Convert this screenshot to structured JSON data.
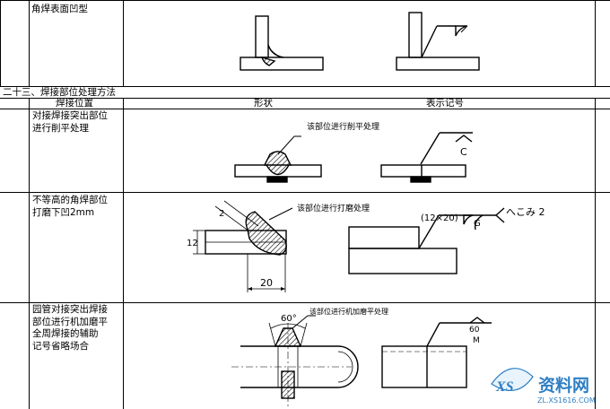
{
  "row_top": {
    "label": "角焊表面凹型"
  },
  "section": {
    "title": "二十三、焊接部位处理方法"
  },
  "headers": {
    "col1": "焊接位置",
    "col2": "形状",
    "col3": "表示记号"
  },
  "rows": [
    {
      "label_lines": [
        "对接焊接突出部位",
        "进行削平处理"
      ],
      "shape_note": "该部位进行削平处理",
      "symbol_text": "C"
    },
    {
      "label_lines": [
        "不等高的角焊部位",
        "打磨下凹2mm"
      ],
      "shape_note": "该部位进行打磨处理",
      "dims": {
        "d1": "2",
        "d2": "12",
        "d3": "20"
      },
      "symbol_paren": "(12×20)",
      "symbol_g": "G",
      "symbol_jp": "へこみ 2"
    },
    {
      "label_lines": [
        "园管对接突出焊接",
        "部位进行机加磨平",
        "全周焊接的辅助",
        "记号省略场合"
      ],
      "shape_note": "该部位进行机加磨平处理",
      "angle": "60°",
      "symbol_60": "60",
      "symbol_m": "M"
    }
  ],
  "watermark": {
    "brand": "资料网",
    "url": "ZL.XS1616.COM",
    "logo_letters": "XS"
  }
}
